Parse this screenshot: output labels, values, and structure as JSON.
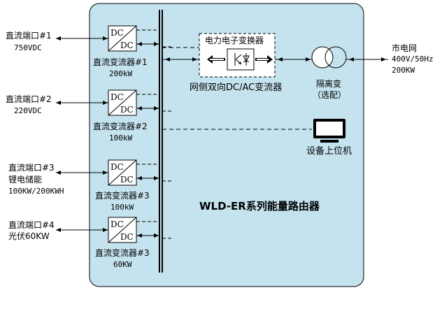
{
  "ports": [
    {
      "title": "直流端口#1",
      "lines": [
        "750VDC"
      ]
    },
    {
      "title": "直流端口#2",
      "lines": [
        "220VDC"
      ]
    },
    {
      "title": "直流端口#3",
      "lines": [
        "锂电储能",
        "100KW/200KWH"
      ]
    },
    {
      "title": "直流端口#4",
      "lines": [
        "光伏60KW"
      ]
    }
  ],
  "converters": [
    {
      "label": "直流变流器#1",
      "power": "200kW"
    },
    {
      "label": "直流变流器#2",
      "power": "100kW"
    },
    {
      "label": "直流变流器#3",
      "power": "100kW"
    },
    {
      "label": "直流变流器#3",
      "power": "60KW"
    }
  ],
  "dcdc": {
    "top": "DC",
    "bottom": "DC"
  },
  "ac_converter": {
    "box_title": "电力电子变换器",
    "caption": "网侧双向DC/AC变流器"
  },
  "transformer": {
    "label": "隔离变",
    "note": "（选配）"
  },
  "grid": {
    "title": "市电网",
    "lines": [
      "400V/50Hz",
      "200KW"
    ]
  },
  "host": {
    "label": "设备上位机"
  },
  "router_name": "WLD-ER系列能量路由器",
  "colors": {
    "panel": "#c5e3ef",
    "stroke": "#000000"
  }
}
